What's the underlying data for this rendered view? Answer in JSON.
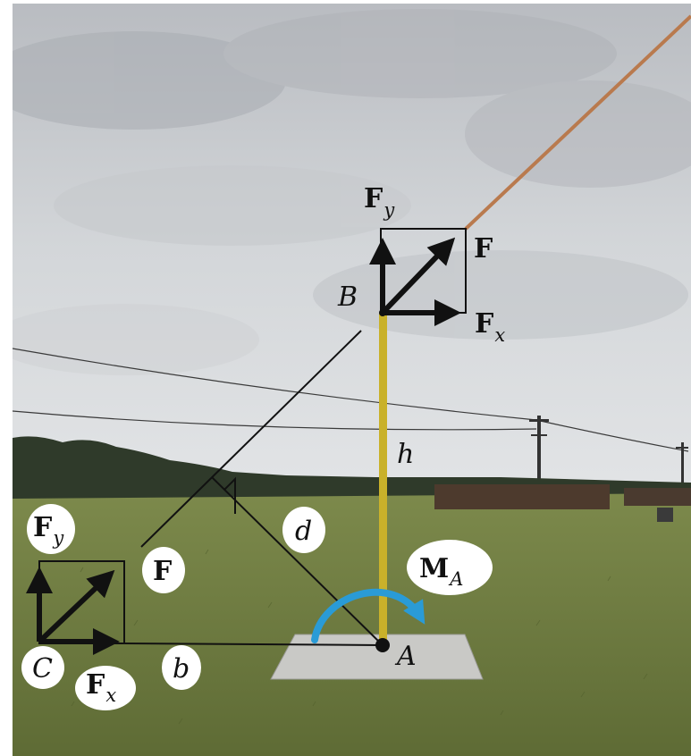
{
  "colors": {
    "sky_top": "#c3c6ca",
    "sky_bottom": "#dde0e3",
    "ground": "#6c7a3e",
    "tree_line": "#2f3a2a",
    "post": "#c9b12a",
    "rope": "#b97a4e",
    "moment_arrow": "#2a9bd6",
    "vectors": "#111111",
    "slab": "#c9c9c6"
  },
  "labels": {
    "top": {
      "Fy_main": "F",
      "Fy_sub": "y",
      "F": "F",
      "Fx_main": "F",
      "Fx_sub": "x",
      "B": "B"
    },
    "post": {
      "h": "h",
      "d": "d",
      "MA_main": "M",
      "MA_sub": "A",
      "A": "A"
    },
    "left": {
      "Fy_main": "F",
      "Fy_sub": "y",
      "F": "F",
      "Fx_main": "F",
      "Fx_sub": "x",
      "C": "C",
      "b": "b"
    }
  }
}
